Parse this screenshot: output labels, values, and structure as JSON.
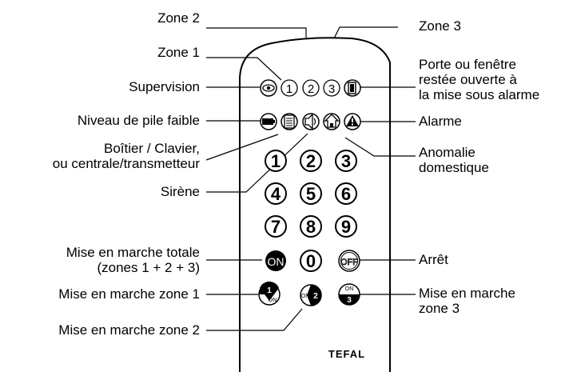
{
  "callouts": {
    "zone2": "Zone 2",
    "zone1": "Zone 1",
    "zone3": "Zone 3",
    "supervision": "Supervision",
    "pile": "Niveau de pile faible",
    "boitier_1": "Boîtier / Clavier,",
    "boitier_2": "ou centrale/transmetteur",
    "sirene": "Sirène",
    "porte_1": "Porte ou fenêtre",
    "porte_2": "restée ouverte à",
    "porte_3": "la mise sous alarme",
    "alarme": "Alarme",
    "anomalie_1": "Anomalie",
    "anomalie_2": "domestique",
    "totale_1": "Mise en marche totale",
    "totale_2": "(zones 1 + 2 + 3)",
    "arret": "Arrêt",
    "mz1": "Mise en marche zone 1",
    "mz2": "Mise en marche zone 2",
    "mz3_1": "Mise en marche",
    "mz3_2": "zone 3"
  },
  "indicators": {
    "zone1": "1",
    "zone2": "2",
    "zone3": "3"
  },
  "keypad": {
    "k1": "1",
    "k2": "2",
    "k3": "3",
    "k4": "4",
    "k5": "5",
    "k6": "6",
    "k7": "7",
    "k8": "8",
    "k9": "9",
    "k0": "0"
  },
  "buttons": {
    "on": "ON",
    "off": "OFF",
    "z1_num": "1",
    "z1_on": "ON",
    "z2_num": "2",
    "z2_on": "ON",
    "z3_num": "3",
    "z3_on": "ON"
  },
  "brand": "TEFAL",
  "icons": {
    "supervision": "eye-icon",
    "door": "door-icon",
    "battery": "battery-icon",
    "keypad": "keypad-icon",
    "siren": "siren-icon",
    "home": "home-icon",
    "alarm": "warning-triangle-icon"
  }
}
